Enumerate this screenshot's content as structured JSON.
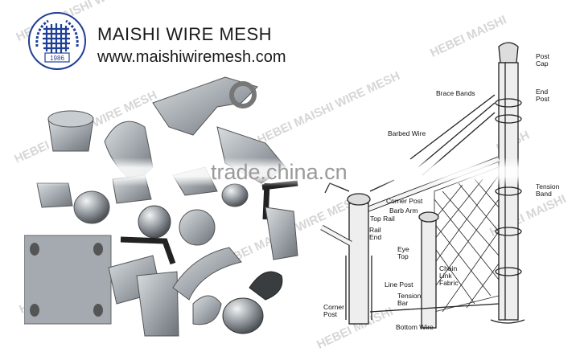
{
  "brand": {
    "title": "MAISHI WIRE MESH",
    "url": "www.maishiwiremesh.com",
    "logo_year": "1986"
  },
  "watermark": {
    "text": "HEBEI MAISHI WIRE MESH",
    "short": "HEBEI MAISHI",
    "mesh": "MESH"
  },
  "banner": {
    "text": "trade.china.cn"
  },
  "diagram_labels": {
    "post_cap": "Post\nCap",
    "end_post": "End\nPost",
    "brace_bands": "Brace Bands",
    "barbed_wire": "Barbed Wire",
    "tension_band": "Tension\nBand",
    "corner_post_top": "Corner Post",
    "barb_arm": "Barb Arm",
    "top_rail": "Top Rail",
    "rail_end": "Rail\nEnd",
    "eye_top": "Eye\nTop",
    "chain_link_fabric": "Chain\nLink\nFabric",
    "line_post": "Line Post",
    "tension_bar": "Tension\nBar",
    "corner_post_bottom": "Corner\nPost",
    "bottom_wire": "Bottom Wire"
  },
  "colors": {
    "logo_blue": "#1f3f95",
    "metal": "#a9aeb3",
    "metal_dark": "#6f757b",
    "black_hardware": "#222222",
    "watermark": "#d6d6d6"
  }
}
